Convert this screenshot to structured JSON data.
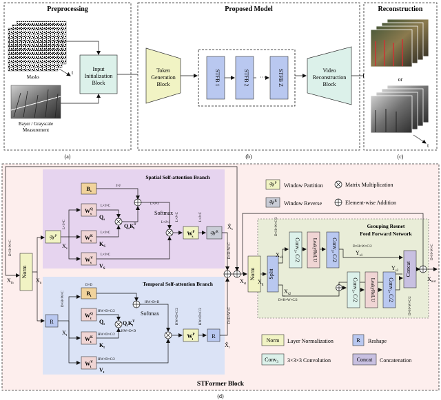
{
  "top": {
    "preprocessing": {
      "title": "Preprocessing",
      "masks_label": "Masks",
      "t_label": "t",
      "measurement_label_1": "Bayer / Grayscale",
      "measurement_label_2": "Measurement",
      "init_block_1": "Input",
      "init_block_2": "Initialization",
      "init_block_3": "Block",
      "caption": "(a)"
    },
    "model": {
      "title": "Proposed Model",
      "token_1": "Token",
      "token_2": "Generation",
      "token_3": "Block",
      "stfb1": "STFB 1",
      "stfb2": "STFB 2",
      "dots": "···",
      "stfbz": "STFB Z",
      "vrb_1": "Video",
      "vrb_2": "Reconstruction",
      "vrb_3": "Block",
      "caption": "(b)"
    },
    "reconstruction": {
      "title": "Reconstruction",
      "or_label": "or",
      "t_label": "t",
      "caption": "(c)"
    }
  },
  "block": {
    "title": "STFormer Block",
    "caption": "(d)",
    "x_in": "X",
    "x_in_sub": "in",
    "x_n": "X",
    "x_n_sub": "n",
    "dim_in": "D×H×W×C",
    "norm": "Norm",
    "r": "R",
    "x_out": "X",
    "x_out_sub": "out",
    "x_st": "X",
    "x_st_sub": "st",
    "x_g": "X",
    "x_g_sub": "g",
    "dim_out": "D×H×W×C"
  },
  "spatial": {
    "title": "Spatial Self-attention Branch",
    "bias": "B",
    "bias_sub": "s",
    "bias_dim": "J×J",
    "wp": "𝒲",
    "wp_sup": "P",
    "dim_lj": "L×J×C",
    "xs": "X",
    "xs_sub": "s",
    "wq": "W",
    "wq_sup": "Q",
    "wq_sub": "s",
    "q": "Q",
    "q_sub": "s",
    "wk": "W",
    "wk_sup": "K",
    "wk_sub": "s",
    "k": "K",
    "k_sub": "S",
    "wv": "W",
    "wv_sup": "V",
    "wv_sub": "s",
    "v": "V",
    "v_sub": "S",
    "qk": "Q",
    "qk_sub": "s",
    "qk_k": "K",
    "qk_k_sub": "s",
    "qk_t": "T",
    "dim_ljj": "L×J×J",
    "softmax": "Softmax",
    "wo": "W",
    "wo_sup": "P",
    "wo_sub": "s",
    "wr": "𝒲",
    "wr_sup": "R",
    "xhat": "X̂",
    "xhat_sub": "s",
    "dim_out": "D×H×W×C",
    "dim_side": "L×J×C",
    "dim_side2": "L×J×C"
  },
  "temporal": {
    "title": "Temporal Self-attention Branch",
    "bias": "B",
    "bias_sub": "t",
    "bias_dim": "D×D",
    "xt": "X",
    "xt_sub": "t",
    "r": "R",
    "dim_in": "D×H×W×C",
    "wq": "W",
    "wq_sup": "Q",
    "wq_sub": "t",
    "q": "Q",
    "q_sub": "t",
    "wk": "W",
    "wk_sup": "K",
    "wk_sub": "t",
    "k": "K",
    "k_sub": "t",
    "wv": "W",
    "wv_sup": "V",
    "wv_sub": "t",
    "v": "V",
    "v_sub": "t",
    "dim_q": "HW×D×C/2",
    "dim_k": "HW×D×C/2",
    "dim_v": "HW×D×C/2",
    "qk": "Q",
    "qk_sub": "t",
    "qk_k": "K",
    "qk_k_sub": "t",
    "qk_t": "T",
    "dim_hdd": "HW×D×D",
    "dim_hdd2": "HW×D×D",
    "softmax": "Softmax",
    "wo": "W",
    "wo_sup": "P",
    "wo_sub": "t",
    "r2": "R",
    "xhat": "X̂",
    "xhat_sub": "t",
    "dim_side": "HW×D×C/2",
    "dim_side2": "HW×D×C/2",
    "dim_out": "D×H×W×C"
  },
  "ffn": {
    "title_1": "Grouping Resnet",
    "title_2": "Feed Forward Network",
    "norm": "Norm",
    "split": "Split",
    "conv1": "Conv",
    "conv1_sub": "3",
    "conv1_c": ", C/2",
    "leaky1": "LeakyReLU",
    "conv2": "Conv",
    "conv2_sub": "3",
    "conv2_c": ", C/2",
    "conv3": "Conv",
    "conv3_sub": "3",
    "conv3_c": ", C/2",
    "leaky2": "LeakyReLU",
    "conv4": "Conv",
    "conv4_sub": "3",
    "conv4_c": ", C/2",
    "xs1": "X",
    "xs1_sub": "s1",
    "xs2": "X",
    "xs2_sub": "s2",
    "y1": "Y",
    "y1_sub": "s1",
    "y2": "Y",
    "y2_sub": "s2",
    "dim_top": "D×H×W×C/2",
    "dim_bottom": "D×H×W×C/2",
    "dim_right": "D×H×W×C/2",
    "dim_split": "D×H×W×C/2",
    "concat": "Concat"
  },
  "legend": {
    "wp": "𝒲",
    "wp_sup": "P",
    "wp_label": "Window Partition",
    "wr": "𝒲",
    "wr_sup": "R",
    "wr_label": "Window Reverse",
    "mm_label": "Matrix Multiplication",
    "ea_label": "Element-wise Addition",
    "norm": "Norm",
    "norm_label": "Layer Normalization",
    "r": "R",
    "r_label": "Reshape",
    "conv": "Conv",
    "conv_sub": "3",
    "conv_label": "3×3×3 Convolution",
    "concat": "Concat",
    "concat_label": "Concatenation"
  },
  "colors": {
    "yellow": "#f1f3c4",
    "purple": "#ead6ee",
    "blue_bg": "#e1e6f7",
    "pink": "#f0d5d4",
    "mint": "#dcf1ea",
    "blue_box": "#b9c8f0",
    "concat": "#c8c0e1",
    "block_bg": "#fdeeed",
    "ffn_bg": "#e9edd8",
    "gray_box": "#c9ccd6",
    "spatial_bg": "#e6d4ef",
    "temporal_bg": "#dbe3f6"
  }
}
